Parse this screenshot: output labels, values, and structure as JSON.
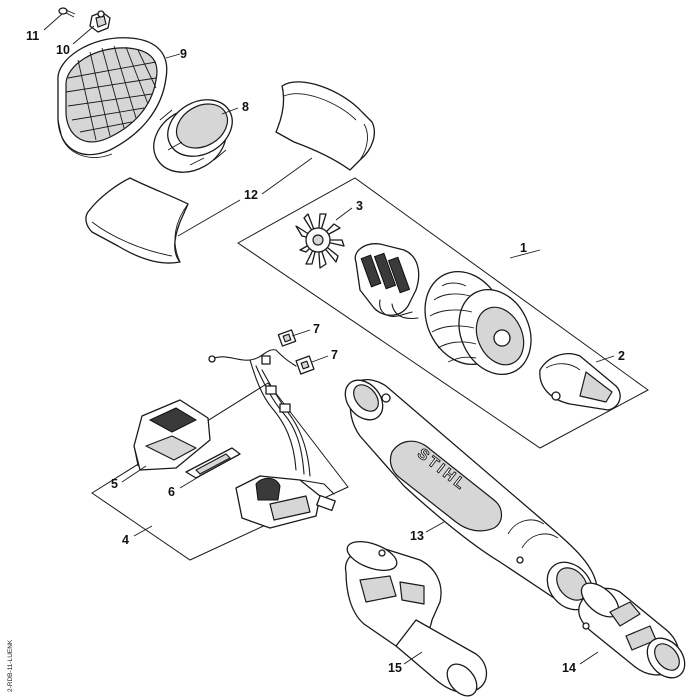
{
  "callouts": {
    "c1": "1",
    "c2": "2",
    "c3": "3",
    "c4": "4",
    "c5": "5",
    "c6": "6",
    "c7a": "7",
    "c7b": "7",
    "c8": "8",
    "c9": "9",
    "c10": "10",
    "c11": "11",
    "c12": "12",
    "c13": "13",
    "c14": "14",
    "c15": "15"
  },
  "brand_text": "STIHL",
  "drawing_code": "2-RDB-11-LUENK"
}
